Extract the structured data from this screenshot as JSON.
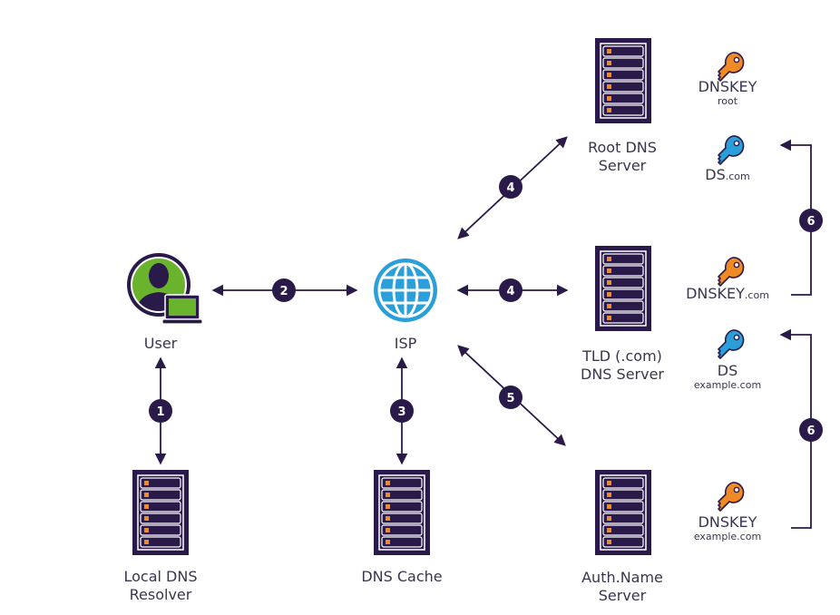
{
  "diagram": {
    "title": "DNSSEC lookup chain",
    "colors": {
      "ink": "#2a1a4a",
      "label": "#3b3550",
      "accent_green": "#6ab42d",
      "globe_blue": "#2b9fd9",
      "key_orange": "#f08a24",
      "key_blue": "#2b9fd9",
      "led_orange": "#f08a24"
    },
    "nodes": {
      "user": {
        "label": "User",
        "icon": "user-with-laptop-icon"
      },
      "isp": {
        "label": "ISP",
        "icon": "globe-icon"
      },
      "local_resolver": {
        "line1": "Local DNS",
        "line2": "Resolver",
        "icon": "server-icon"
      },
      "dns_cache": {
        "label": "DNS Cache",
        "icon": "server-icon"
      },
      "root_server": {
        "line1": "Root DNS",
        "line2": "Server",
        "icon": "server-icon"
      },
      "tld_server": {
        "line1": "TLD (.com)",
        "line2": "DNS Server",
        "icon": "server-icon"
      },
      "auth_server": {
        "line1": "Auth.Name",
        "line2": "Server",
        "icon": "server-icon"
      }
    },
    "keys": {
      "dnskey_root": {
        "main": "DNSKEY",
        "sub": "root",
        "color": "orange"
      },
      "ds_com": {
        "main": "DS",
        "sub": ".com",
        "color": "blue"
      },
      "dnskey_com": {
        "main": "DNSKEY",
        "sub": ".com",
        "color": "orange"
      },
      "ds_example": {
        "main": "DS",
        "sub": "example.com",
        "color": "blue"
      },
      "dnskey_example": {
        "main": "DNSKEY",
        "sub": "example.com",
        "color": "orange"
      }
    },
    "steps": [
      {
        "id": "1",
        "from": "User",
        "to": "Local DNS Resolver"
      },
      {
        "id": "2",
        "from": "User",
        "to": "ISP"
      },
      {
        "id": "3",
        "from": "ISP",
        "to": "DNS Cache"
      },
      {
        "id": "4",
        "from": "ISP",
        "to": "Root DNS Server"
      },
      {
        "id": "4",
        "from": "ISP",
        "to": "TLD (.com) DNS Server"
      },
      {
        "id": "5",
        "from": "ISP",
        "to": "Auth.Name Server"
      },
      {
        "id": "6",
        "from": "DNSKEY.com",
        "to": "DS.com"
      },
      {
        "id": "6",
        "from": "DNSKEY example.com",
        "to": "DS example.com"
      }
    ]
  }
}
